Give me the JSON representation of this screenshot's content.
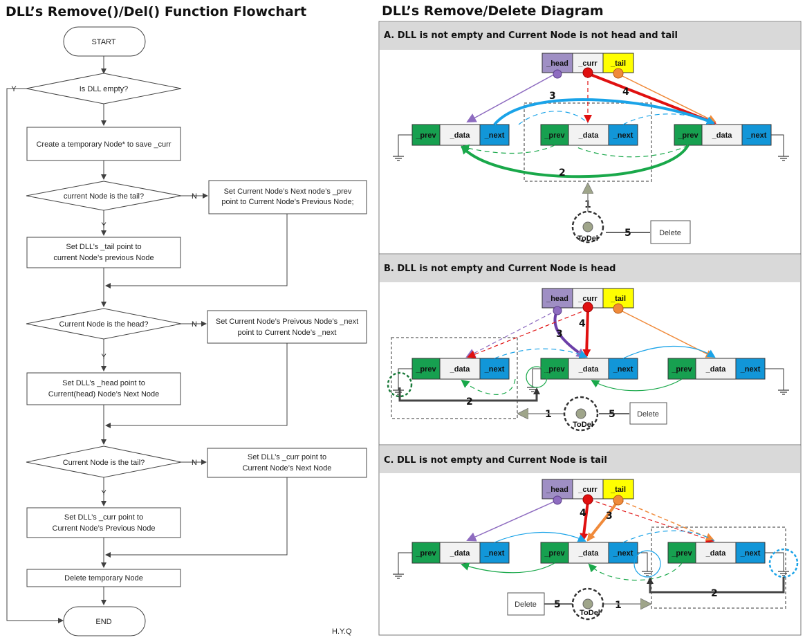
{
  "flowchart": {
    "title": "DLL’s Remove()/Del() Function Flowchart",
    "start": "START",
    "end": "END",
    "decision_empty": "Is DLL empty?",
    "yes": "Y",
    "no": "N",
    "step_temp": "Create a temporary Node* to save _curr",
    "decision_tail_1": "current Node is the tail?",
    "branch_tail_1_l1": "Set Current Node’s Next node’s _prev",
    "branch_tail_1_l2": "point to Current Node’s Previous Node;",
    "step_tail_l1": "Set DLL’s _tail point to",
    "step_tail_l2": "current Node’s previous Node",
    "decision_head": "Current Node is the head?",
    "branch_head_l1": "Set Current Node’s Preivous Node’s _next",
    "branch_head_l2": "point to Current Node’s _next",
    "step_head_l1": "Set DLL’s _head  point to",
    "step_head_l2": "Current(head) Node’s Next Node",
    "decision_tail_2": "Current Node is the tail?",
    "branch_tail_2_l1": "Set DLL’s _curr point to",
    "branch_tail_2_l2": "Current Node’s Next Node",
    "step_curr_l1": "Set DLL’s _curr point to",
    "step_curr_l2": "Current Node’s Previous Node",
    "step_delete": "Delete temporary Node",
    "author": "H.Y.Q"
  },
  "diagram": {
    "title": "DLL’s Remove/Delete Diagram",
    "section_a": "A. DLL is not empty and Current Node is not head and tail",
    "section_b": "B. DLL is not empty and Current Node is head",
    "section_c": "C. DLL is not empty and Current Node is tail",
    "head": "_head",
    "curr": "_curr",
    "tail": "_tail",
    "prev": "_prev",
    "data": "_data",
    "next": "_next",
    "todel": "ToDel",
    "delete": "Delete",
    "n1": "1",
    "n2": "2",
    "n3": "3",
    "n4": "4",
    "n5": "5"
  },
  "colors": {
    "head": "#9f8fc4",
    "tail": "#ffff00",
    "prev": "#17a050",
    "next": "#1296d8",
    "data": "#f2f2f2",
    "section_bar": "#d9d9d9"
  }
}
